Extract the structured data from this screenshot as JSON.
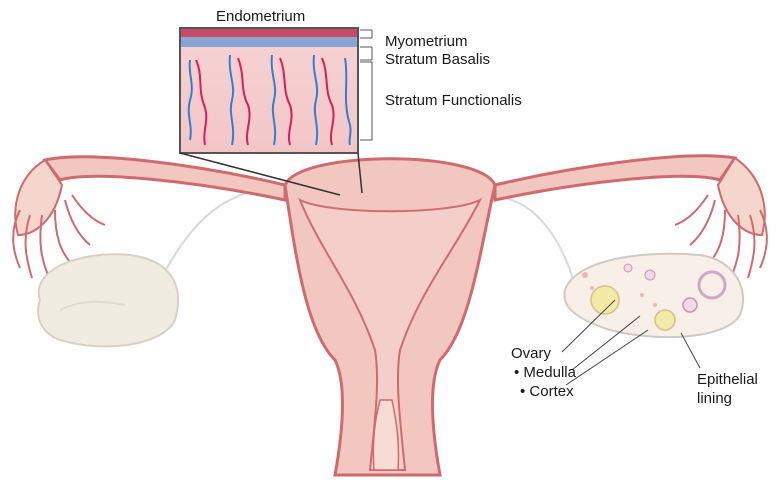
{
  "labels": {
    "endometrium": "Endometrium",
    "myometrium": "Myometrium",
    "stratum_basalis": "Stratum Basalis",
    "stratum_functionalis": "Stratum Functionalis",
    "ovary": "Ovary",
    "medulla": "• Medulla",
    "cortex": "• Cortex",
    "epithelial_line1": "Epithelial",
    "epithelial_line2": "lining"
  },
  "colors": {
    "tissue_fill": "#f2c7c0",
    "tissue_outline": "#cf6b6f",
    "ovary_fill": "#f1ece2",
    "vessel_red": "#d81e5b",
    "vessel_blue": "#2f7fd6"
  }
}
